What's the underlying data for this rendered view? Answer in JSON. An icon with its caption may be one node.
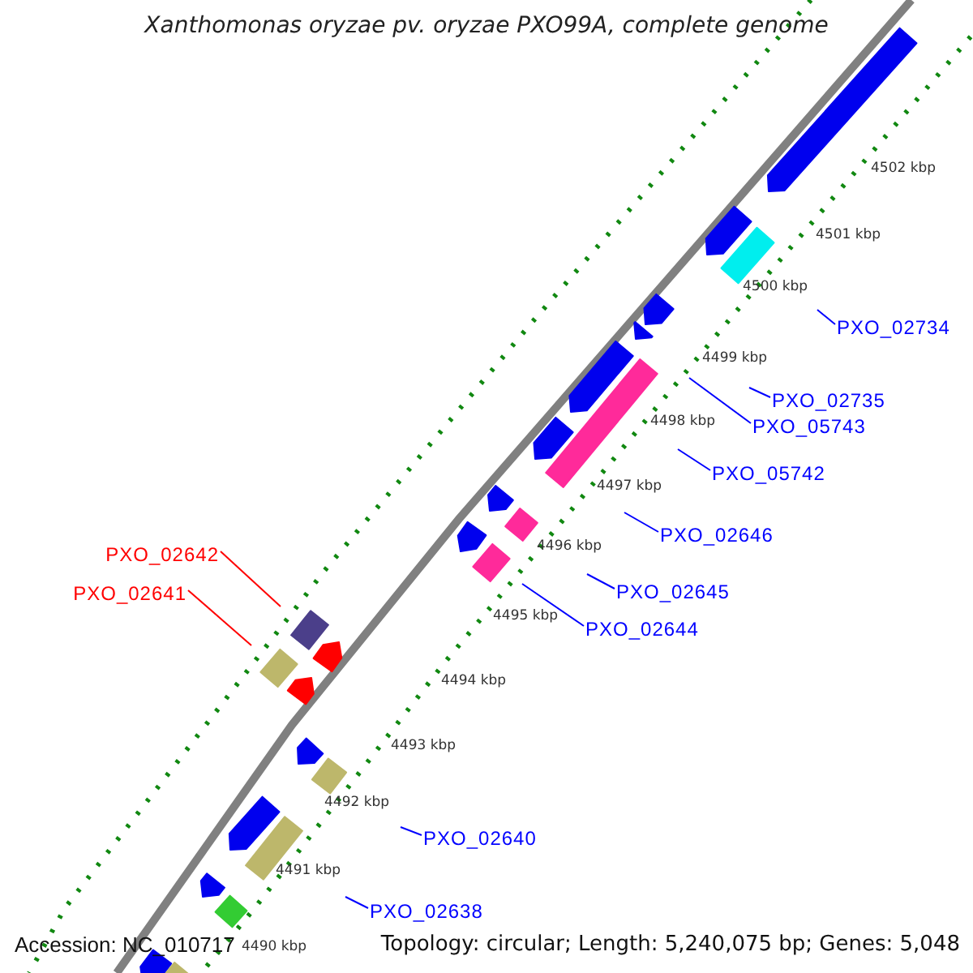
{
  "diagram": {
    "title": "Xanthomonas oryzae pv. oryzae PXO99A, complete genome",
    "nodes": [
      {
        "text": [
          "PXO_02734"
        ]
      },
      {
        "text": [
          "PXO_02735"
        ]
      },
      {
        "text": [
          "PXO_05743"
        ]
      },
      {
        "text": [
          "PXO_05742"
        ]
      },
      {
        "text": [
          "PXO_02646"
        ]
      },
      {
        "text": [
          "PXO_02645"
        ]
      },
      {
        "text": [
          "PXO_02644"
        ]
      },
      {
        "text": [
          "PXO_02642"
        ]
      },
      {
        "text": [
          "PXO_02641"
        ]
      },
      {
        "text": [
          "PXO_02640"
        ]
      },
      {
        "text": [
          "PXO_02638"
        ]
      }
    ],
    "edges": [
      {
        "from": 0,
        "to": null,
        "arrow": "none"
      },
      {
        "from": 1,
        "to": null,
        "arrow": "none"
      },
      {
        "from": 2,
        "to": null,
        "arrow": "none"
      },
      {
        "from": 3,
        "to": null,
        "arrow": "none"
      },
      {
        "from": 4,
        "to": null,
        "arrow": "none"
      },
      {
        "from": 5,
        "to": null,
        "arrow": "none"
      },
      {
        "from": 6,
        "to": null,
        "arrow": "none"
      },
      {
        "from": 7,
        "to": null,
        "arrow": "none",
        "color": "#ff0000"
      },
      {
        "from": 8,
        "to": null,
        "arrow": "none",
        "color": "#ff0000"
      },
      {
        "from": 9,
        "to": null,
        "arrow": "none"
      },
      {
        "from": 10,
        "to": null,
        "arrow": "none"
      }
    ],
    "labels": [
      "4502 kbp",
      "4501 kbp",
      "4500 kbp",
      "4499 kbp",
      "4498 kbp",
      "4497 kbp",
      "4496 kbp",
      "4495 kbp",
      "4494 kbp",
      "4493 kbp",
      "4492 kbp",
      "4491 kbp",
      "4490 kbp",
      "Accession: NC_010717",
      "Topology: circular; Length: 5,240,075 bp; Genes: 5,048"
    ]
  }
}
